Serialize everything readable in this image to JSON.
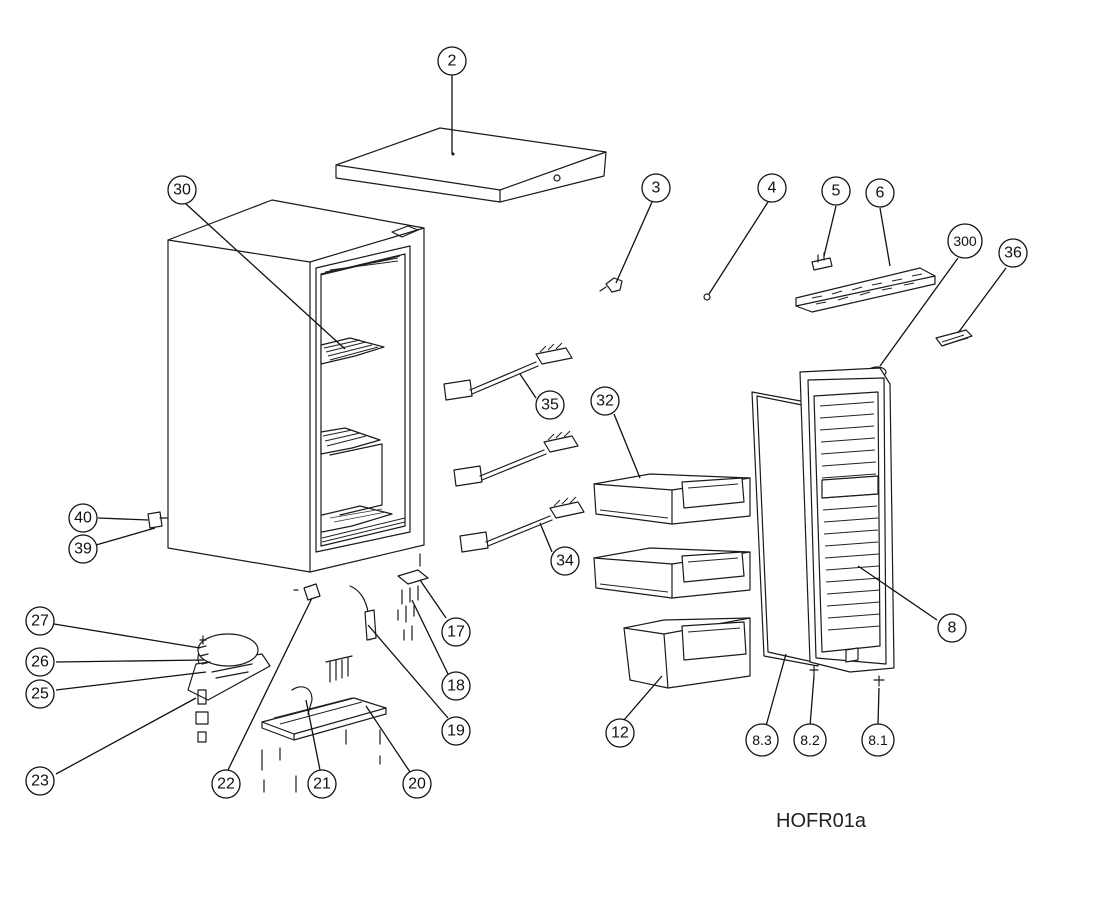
{
  "caption": "HOFR01a",
  "callouts": [
    "2",
    "3",
    "4",
    "5",
    "6",
    "300",
    "36",
    "30",
    "35",
    "32",
    "34",
    "40",
    "39",
    "8",
    "27",
    "26",
    "25",
    "23",
    "22",
    "21",
    "20",
    "19",
    "18",
    "17",
    "12",
    "8.3",
    "8.2",
    "8.1"
  ]
}
